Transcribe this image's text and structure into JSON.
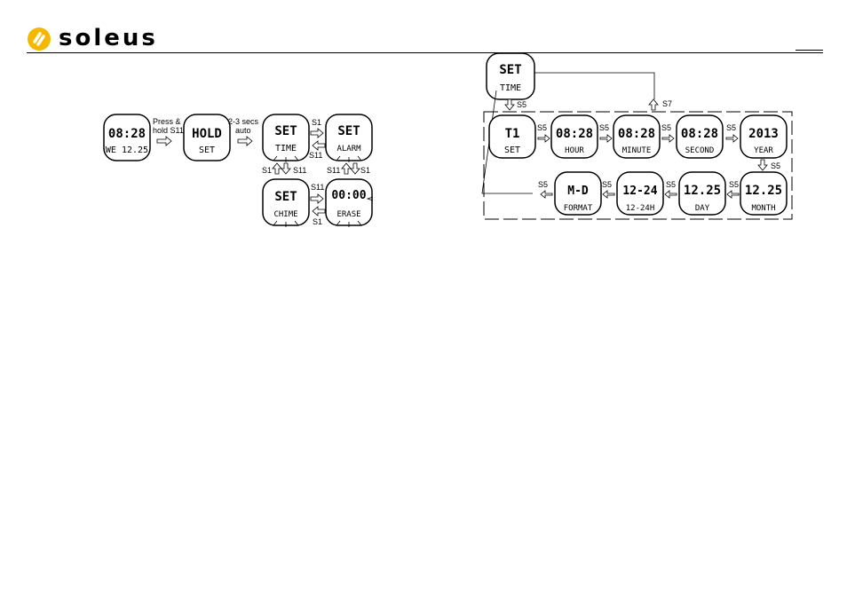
{
  "brand": {
    "name": "soleus",
    "logo_icon": "soleus-s-logo-icon",
    "accent": "#f5b800"
  },
  "left_flow": {
    "watches": [
      {
        "top": "08:28",
        "bottom": "WE 12.25"
      },
      {
        "top": "HOLD",
        "bottom": "SET"
      },
      {
        "top": "SET",
        "bottom": "TIME"
      },
      {
        "top": "SET",
        "bottom": "ALARM"
      },
      {
        "top": "SET",
        "bottom": "CHIME"
      },
      {
        "top": "00:00",
        "bottom": "ERASE"
      }
    ],
    "labels": {
      "press_hold_line1": "Press &",
      "press_hold_line2": "hold S11",
      "auto_line1": "2-3 secs",
      "auto_line2": "auto",
      "s1_top": "S1",
      "s11_top": "S11",
      "s1_left": "S1",
      "s11_left": "S11",
      "s11_right": "S11",
      "s1_right": "S1",
      "s11_mid": "S11",
      "s1_mid": "S1"
    }
  },
  "right_flow": {
    "entry": {
      "top": "SET",
      "bottom": "TIME"
    },
    "entry_label": "S5",
    "return_label": "S7",
    "row1": [
      {
        "top": "T1",
        "bottom": "SET"
      },
      {
        "top": "08:28",
        "bottom": "HOUR"
      },
      {
        "top": "08:28",
        "bottom": "MINUTE"
      },
      {
        "top": "08:28",
        "bottom": "SECOND"
      },
      {
        "top": "2013",
        "bottom": "YEAR"
      }
    ],
    "row2": [
      {
        "top": "12.25",
        "bottom": "MONTH"
      },
      {
        "top": "12.25",
        "bottom": "DAY"
      },
      {
        "top": "12-24",
        "bottom": "12-24H"
      },
      {
        "top": "M-D",
        "bottom": "FORMAT"
      }
    ],
    "step_label": "S5"
  }
}
